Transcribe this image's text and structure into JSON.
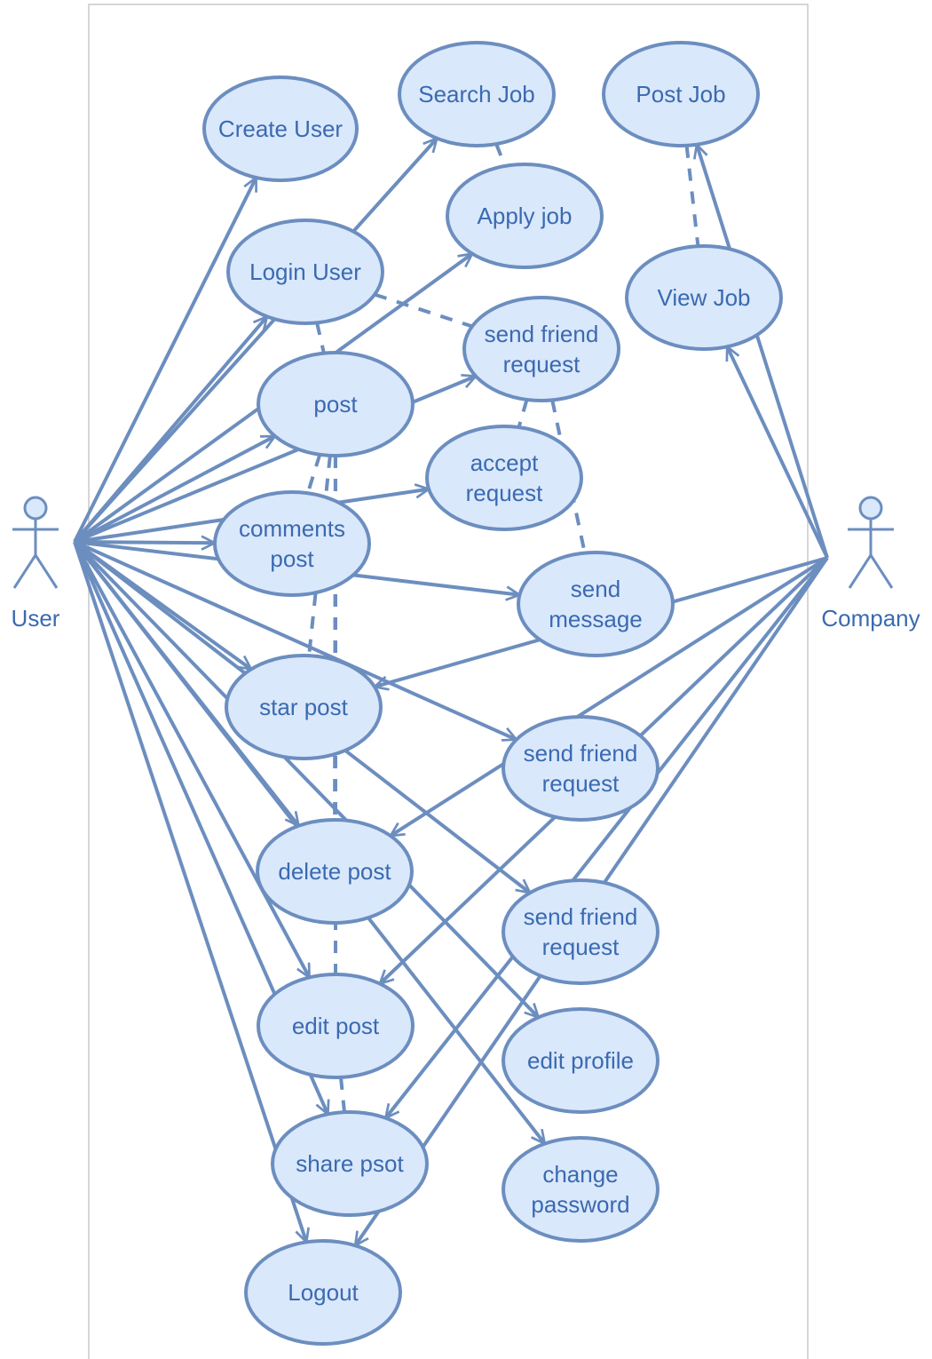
{
  "actors": {
    "user": "User",
    "company": "Company"
  },
  "use_cases": [
    {
      "id": "create-user",
      "lines": [
        "Create User"
      ]
    },
    {
      "id": "search-job",
      "lines": [
        "Search Job"
      ]
    },
    {
      "id": "post-job",
      "lines": [
        "Post Job"
      ]
    },
    {
      "id": "apply-job",
      "lines": [
        "Apply job"
      ]
    },
    {
      "id": "login-user",
      "lines": [
        "Login User"
      ]
    },
    {
      "id": "view-job",
      "lines": [
        "View Job"
      ]
    },
    {
      "id": "send-friend-request-1",
      "lines": [
        "send friend",
        "request"
      ]
    },
    {
      "id": "post",
      "lines": [
        "post"
      ]
    },
    {
      "id": "accept-request",
      "lines": [
        "accept",
        "request"
      ]
    },
    {
      "id": "comments-post",
      "lines": [
        "comments",
        "post"
      ]
    },
    {
      "id": "send-message",
      "lines": [
        "send",
        "message"
      ]
    },
    {
      "id": "star-post",
      "lines": [
        "star post"
      ]
    },
    {
      "id": "send-friend-request-2",
      "lines": [
        "send friend",
        "request"
      ]
    },
    {
      "id": "delete-post",
      "lines": [
        "delete post"
      ]
    },
    {
      "id": "send-friend-request-3",
      "lines": [
        "send friend",
        "request"
      ]
    },
    {
      "id": "edit-post",
      "lines": [
        "edit post"
      ]
    },
    {
      "id": "edit-profile",
      "lines": [
        "edit profile"
      ]
    },
    {
      "id": "share-post",
      "lines": [
        "share psot"
      ]
    },
    {
      "id": "change-password",
      "lines": [
        "change",
        "password"
      ]
    },
    {
      "id": "logout",
      "lines": [
        "Logout"
      ]
    }
  ],
  "associations": [
    {
      "from": "user",
      "to": "create-user"
    },
    {
      "from": "user",
      "to": "login-user"
    },
    {
      "from": "user",
      "to": "post"
    },
    {
      "from": "user",
      "to": "comments-post"
    },
    {
      "from": "user",
      "to": "star-post"
    },
    {
      "from": "user",
      "to": "delete-post"
    },
    {
      "from": "user",
      "to": "edit-post"
    },
    {
      "from": "user",
      "to": "share-post"
    },
    {
      "from": "user",
      "to": "logout"
    },
    {
      "from": "user",
      "to": "search-job"
    },
    {
      "from": "user",
      "to": "apply-job"
    },
    {
      "from": "user",
      "to": "send-friend-request-1"
    },
    {
      "from": "user",
      "to": "accept-request"
    },
    {
      "from": "user",
      "to": "send-message"
    },
    {
      "from": "user",
      "to": "send-friend-request-2"
    },
    {
      "from": "user",
      "to": "send-friend-request-3"
    },
    {
      "from": "user",
      "to": "edit-profile"
    },
    {
      "from": "user",
      "to": "change-password"
    },
    {
      "from": "company",
      "to": "post-job"
    },
    {
      "from": "company",
      "to": "view-job"
    },
    {
      "from": "company",
      "to": "star-post"
    },
    {
      "from": "company",
      "to": "delete-post"
    },
    {
      "from": "company",
      "to": "edit-post"
    },
    {
      "from": "company",
      "to": "share-post"
    },
    {
      "from": "company",
      "to": "logout"
    }
  ],
  "dependencies": [
    {
      "from": "search-job",
      "to": "apply-job"
    },
    {
      "from": "post-job",
      "to": "view-job"
    },
    {
      "from": "login-user",
      "to": "send-friend-request-1"
    },
    {
      "from": "login-user",
      "to": "post"
    },
    {
      "from": "send-friend-request-1",
      "to": "accept-request"
    },
    {
      "from": "send-friend-request-1",
      "to": "send-message"
    },
    {
      "from": "post",
      "to": "comments-post"
    },
    {
      "from": "post",
      "to": "star-post"
    },
    {
      "from": "post",
      "to": "delete-post"
    },
    {
      "from": "post",
      "to": "edit-post"
    },
    {
      "from": "edit-post",
      "to": "share-post"
    }
  ],
  "colors": {
    "fill": "#dae8fc",
    "stroke": "#6c8ebf",
    "text": "#3a6ab0",
    "boundary": "#c8c8c8"
  }
}
